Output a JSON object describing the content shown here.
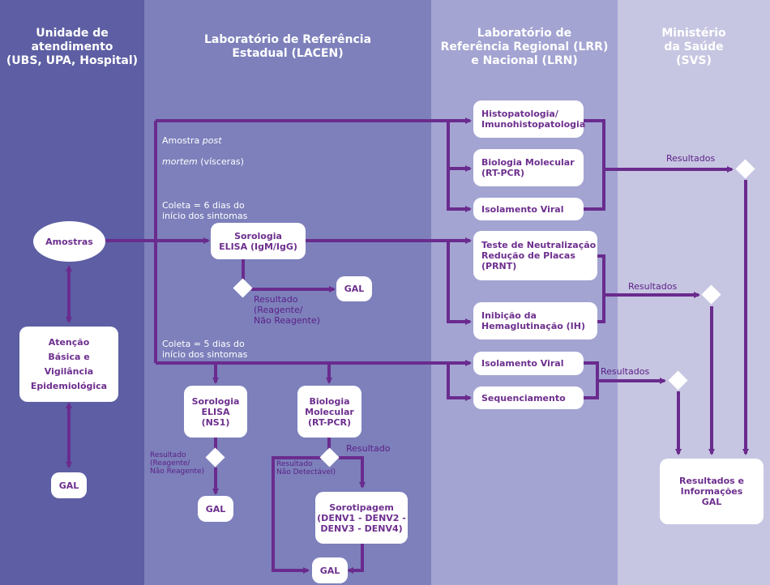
{
  "colors": {
    "col1": "#5d5ea3",
    "col2": "#7d80bb",
    "col3": "#a3a4d2",
    "col4": "#c7c6e2",
    "line": "#6a2b8e",
    "box_text": "#6d2f8e"
  },
  "columns": {
    "unidade": "Unidade de\natendimento\n(UBS, UPA, Hospital)",
    "lacen": "Laboratório de Referência\nEstadual (LACEN)",
    "lrr": "Laboratório de\nReferência Regional (LRR)\ne Nacional (LRN)",
    "ms": "Ministério\nda Saúde\n(SVS)"
  },
  "boxes": {
    "amostras": "Amostras",
    "atencao": "Atenção\nBásica e\nVigilância\nEpidemiológica",
    "gal_left": "GAL",
    "sorologia_igm": "Sorologia\nELISA (IgM/IgG)",
    "gal_igm": "GAL",
    "sorologia_ns1": "Sorologia\nELISA\n(NS1)",
    "gal_ns1": "GAL",
    "biologia_lacen": "Biologia\nMolecular\n(RT-PCR)",
    "sorotipagem": "Sorotipagem\n(DENV1 - DENV2 -\nDENV3 - DENV4)",
    "gal_bottom": "GAL",
    "histopatologia": "Histopatologia/\nImunohistopatologia",
    "biologia_lrr": "Biologia Molecular\n(RT-PCR)",
    "isolamento1": "Isolamento Viral",
    "prnt": "Teste de Neutralização\nRedução de Placas\n(PRNT)",
    "ih": "Inibição da\nHemaglutinação (IH)",
    "isolamento2": "Isolamento Viral",
    "sequenciamento": "Sequenciamento",
    "resultados_final": "Resultados e\nInformações\nGAL"
  },
  "labels": {
    "amostra_post_1": "Amostra ",
    "amostra_post_2": "post",
    "amostra_post_3": "mortem",
    "amostra_post_4": " (vísceras)",
    "coleta6": "Coleta = 6 dias do\ninício dos sintomas",
    "coleta5": "Coleta = 5 dias do\ninício dos sintomas",
    "resultado_igm": "Resultado\n(Reagente/\nNão Reagente)",
    "resultado_ns1": "Resultado\n(Reagente/\nNão Reagente)",
    "resultado_pcr": "Resultado",
    "resultado_nd": "Resultado\nNão Detectável)",
    "resultados1": "Resultados",
    "resultados2": "Resultados",
    "resultados3": "Resultados"
  }
}
